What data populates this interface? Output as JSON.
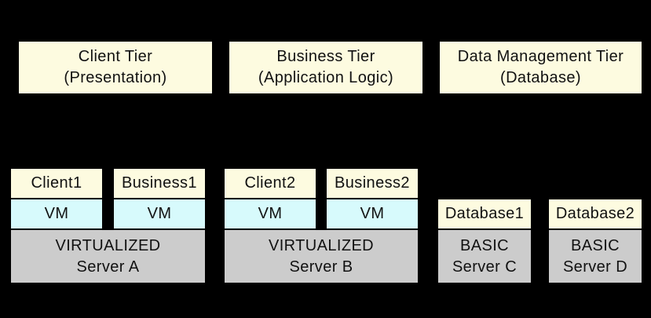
{
  "colors": {
    "background": "#000000",
    "tier_fill": "#FDFBE0",
    "app_fill": "#FDFBE0",
    "vm_fill": "#D7FAFC",
    "server_fill": "#CCCCCC",
    "border": "#000000",
    "text": "#111111"
  },
  "tiers": [
    {
      "title": "Client Tier",
      "subtitle": "(Presentation)"
    },
    {
      "title": "Business Tier",
      "subtitle": "(Application Logic)"
    },
    {
      "title": "Data Management Tier",
      "subtitle": "(Database)"
    }
  ],
  "apps": [
    {
      "label": "Client1"
    },
    {
      "label": "Business1"
    },
    {
      "label": "Client2"
    },
    {
      "label": "Business2"
    },
    {
      "label": "Database1"
    },
    {
      "label": "Database2"
    }
  ],
  "vm_label": "VM",
  "servers": [
    {
      "kind": "VIRTUALIZED",
      "name": "Server A"
    },
    {
      "kind": "VIRTUALIZED",
      "name": "Server B"
    },
    {
      "kind": "BASIC",
      "name": "Server C"
    },
    {
      "kind": "BASIC",
      "name": "Server D"
    }
  ]
}
